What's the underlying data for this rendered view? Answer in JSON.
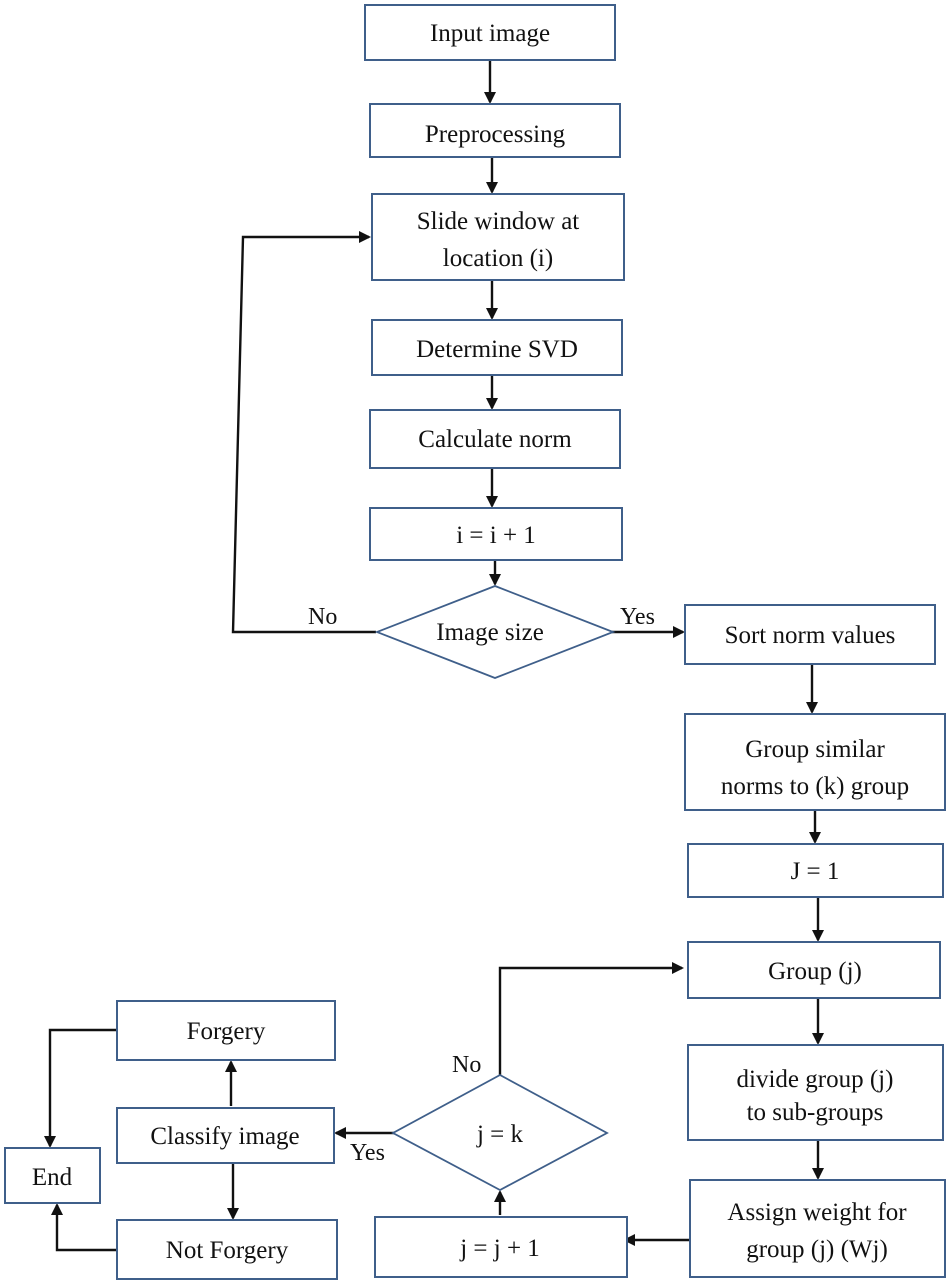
{
  "nodes": {
    "input_image": "Input image",
    "preprocessing": "Preprocessing",
    "slide_window_line1": "Slide window at",
    "slide_window_line2": "location (i)",
    "determine_svd": "Determine SVD",
    "calculate_norm": "Calculate norm",
    "i_increment": "i = i + 1",
    "image_size": "Image size",
    "sort_norm_values": "Sort norm values",
    "group_similar_line1": "Group similar",
    "group_similar_line2": "norms to (k) group",
    "j_init": "J = 1",
    "group_j": "Group (j)",
    "divide_group_line1": "divide group (j)",
    "divide_group_line2": "to sub-groups",
    "assign_weight_line1": "Assign weight for",
    "assign_weight_line2": "group (j) (Wj)",
    "j_increment": "j = j + 1",
    "j_equals_k": "j = k",
    "classify_image": "Classify image",
    "forgery": "Forgery",
    "not_forgery": "Not Forgery",
    "end": "End"
  },
  "edge_labels": {
    "image_size_no": "No",
    "image_size_yes": "Yes",
    "j_equals_k_no": "No",
    "j_equals_k_yes": "Yes"
  }
}
